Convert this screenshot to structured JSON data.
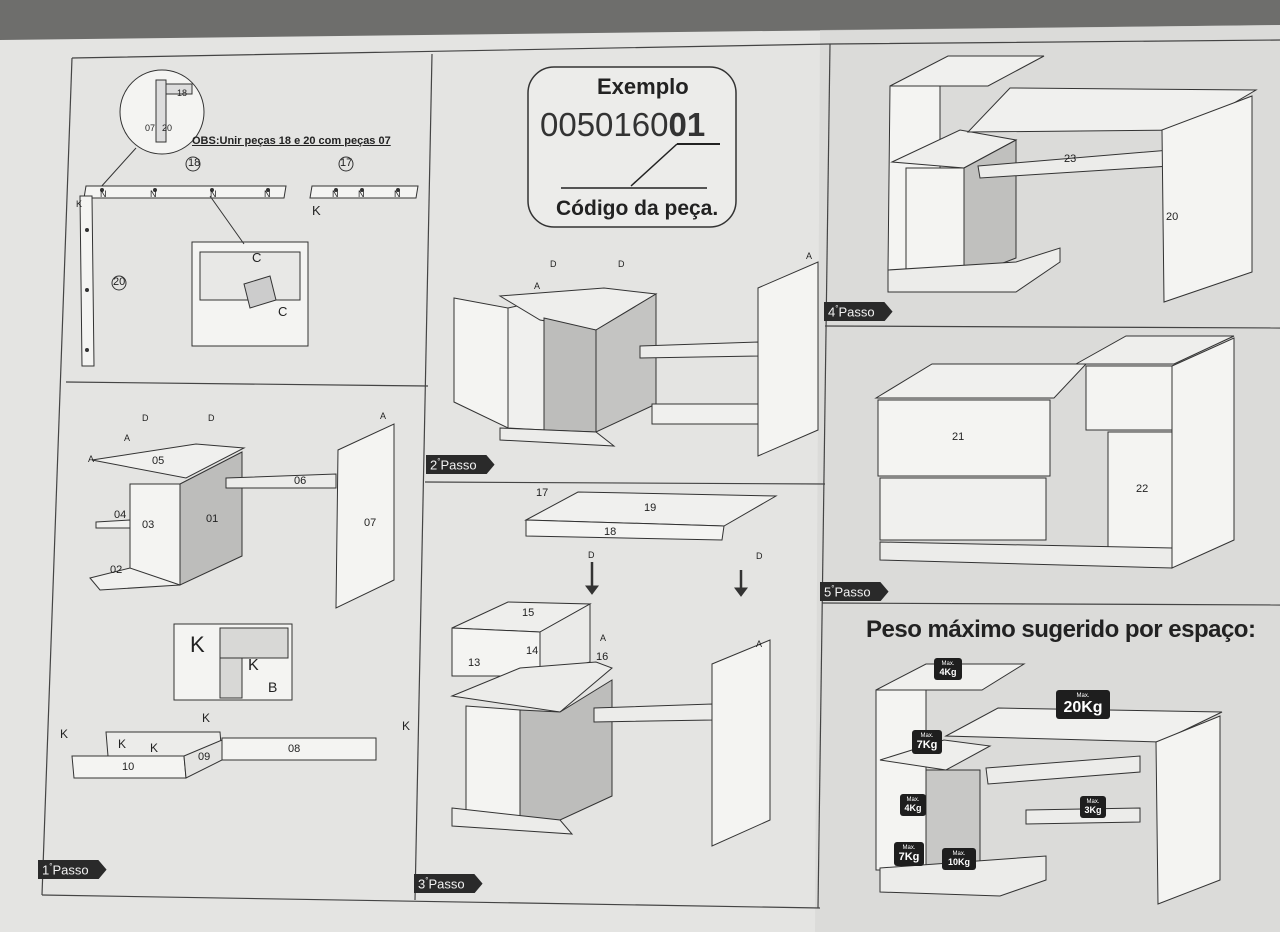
{
  "example_box": {
    "title": "Exemplo",
    "code_prefix": "0050160",
    "code_suffix": "01",
    "caption": "Código da peça."
  },
  "note": "OBS:Unir peças 18 e 20 com peças 07",
  "steps": {
    "s1": "1",
    "s2": "2",
    "s3": "3",
    "s4": "4",
    "s5": "5",
    "suffix": "°",
    "word": "Passo"
  },
  "weights": {
    "heading": "Peso máximo sugerido por espaço:",
    "max_label": "Max.",
    "w_top": "4Kg",
    "w_big": "20Kg",
    "w_left": "7Kg",
    "w_small": "4Kg",
    "w_right": "3Kg",
    "w_bottom_left": "7Kg",
    "w_bottom_mid": "10Kg"
  },
  "parts": {
    "p01": "01",
    "p02": "02",
    "p03": "03",
    "p04": "04",
    "p05": "05",
    "p06": "06",
    "p07": "07",
    "p08": "08",
    "p09": "09",
    "p10": "10",
    "p13": "13",
    "p14": "14",
    "p15": "15",
    "p16": "16",
    "p17": "17",
    "p18": "18",
    "p19": "19",
    "p20": "20",
    "p21": "21",
    "p22": "22",
    "p23": "23"
  },
  "hardware": {
    "A": "A",
    "B": "B",
    "C": "C",
    "D": "D",
    "K": "K",
    "N": "N"
  }
}
